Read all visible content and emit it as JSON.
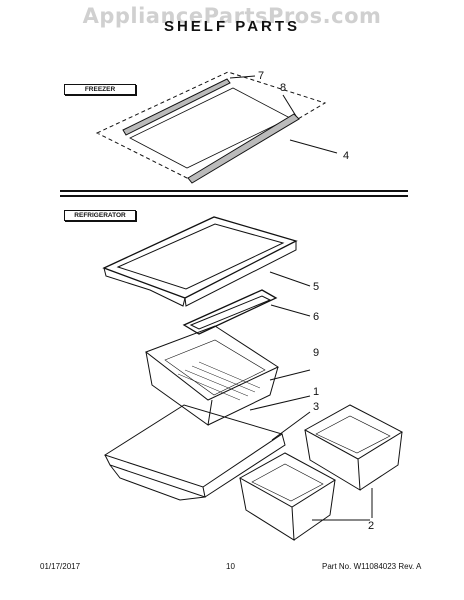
{
  "watermark": "AppliancePartsPros.com",
  "title": "SHELF PARTS",
  "sections": {
    "freezer": "FREEZER",
    "refrigerator": "REFRIGERATOR"
  },
  "callouts": [
    "7",
    "8",
    "4",
    "5",
    "6",
    "9",
    "1",
    "3",
    "2"
  ],
  "footer": {
    "date": "01/17/2017",
    "page": "10",
    "part": "Part No. W11084023  Rev. A"
  }
}
